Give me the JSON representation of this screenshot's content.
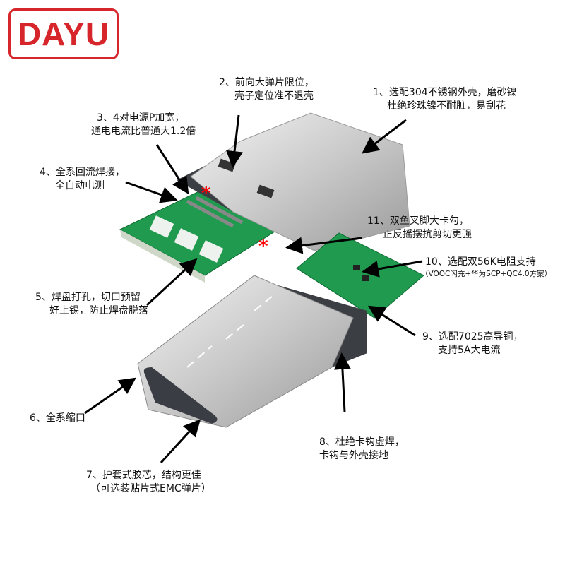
{
  "brand": {
    "logo_text": "DAYU",
    "color": "#d7262b"
  },
  "annotations": [
    {
      "id": 1,
      "lines": [
        "1、选配304不锈钢外壳，磨砂镍",
        "杜绝珍珠镍不耐脏，易刮花"
      ]
    },
    {
      "id": 2,
      "lines": [
        "2、前向大弹片限位，",
        "壳子定位准不退壳"
      ]
    },
    {
      "id": 3,
      "lines": [
        "3、4对电源P加宽，",
        "通电电流比普通大1.2倍"
      ]
    },
    {
      "id": 4,
      "lines": [
        "4、全系回流焊接，",
        "全自动电测"
      ]
    },
    {
      "id": 5,
      "lines": [
        "5、焊盘打孔，切口预留",
        "好上锡，防止焊盘脱落"
      ]
    },
    {
      "id": 6,
      "lines": [
        "6、全系缩口"
      ]
    },
    {
      "id": 7,
      "lines": [
        "7、护套式胶芯，结构更佳",
        "（可选装贴片式EMC弹片）"
      ]
    },
    {
      "id": 8,
      "lines": [
        "8、杜绝卡钩虚焊，",
        "卡钩与外壳接地"
      ]
    },
    {
      "id": 9,
      "lines": [
        "9、选配7025高导铜，",
        "支持5A大电流"
      ]
    },
    {
      "id": 10,
      "lines": [
        "10、选配双56K电阻支持",
        "（VOOC闪充+华为SCP+QC4.0方案）"
      ]
    },
    {
      "id": 11,
      "lines": [
        "11、双鱼叉脚大卡勾，",
        "正反摇摆抗剪切更强"
      ]
    }
  ],
  "markers": {
    "asterisk": "*",
    "color": "#ff0000"
  }
}
